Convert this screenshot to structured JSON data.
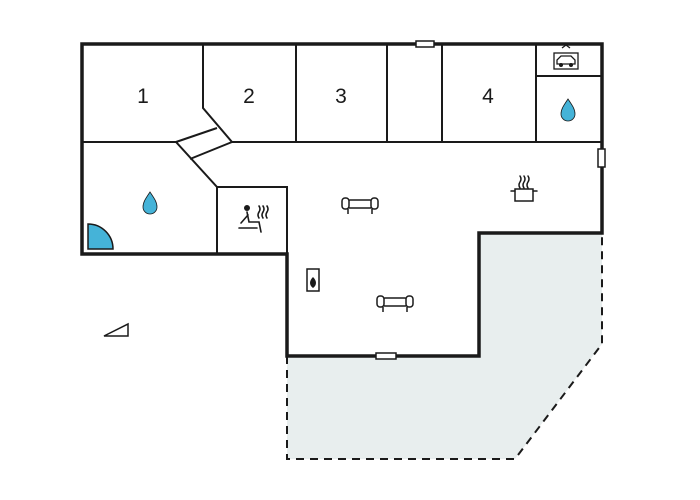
{
  "floorplan": {
    "rooms": [
      {
        "id": "room-1",
        "label": "1"
      },
      {
        "id": "room-2",
        "label": "2"
      },
      {
        "id": "room-3",
        "label": "3"
      },
      {
        "id": "room-4",
        "label": "4"
      }
    ],
    "icons": [
      {
        "id": "bathroom-1",
        "name": "water-drop-icon"
      },
      {
        "id": "bathroom-2",
        "name": "water-drop-icon"
      },
      {
        "id": "sauna",
        "name": "sauna-icon"
      },
      {
        "id": "living-sofa",
        "name": "sofa-icon"
      },
      {
        "id": "lower-sofa",
        "name": "sofa-icon"
      },
      {
        "id": "kitchen",
        "name": "cooking-pot-icon"
      },
      {
        "id": "fireplace",
        "name": "fireplace-icon"
      },
      {
        "id": "shower",
        "name": "shower-corner-icon"
      },
      {
        "id": "carport",
        "name": "carport-icon"
      },
      {
        "id": "compass",
        "name": "north-arrow-icon"
      }
    ],
    "colors": {
      "wall": "#1a1a1a",
      "terrace_fill": "#e8eeee",
      "water_accent": "#45b3d8",
      "window": "#ffffff"
    }
  }
}
